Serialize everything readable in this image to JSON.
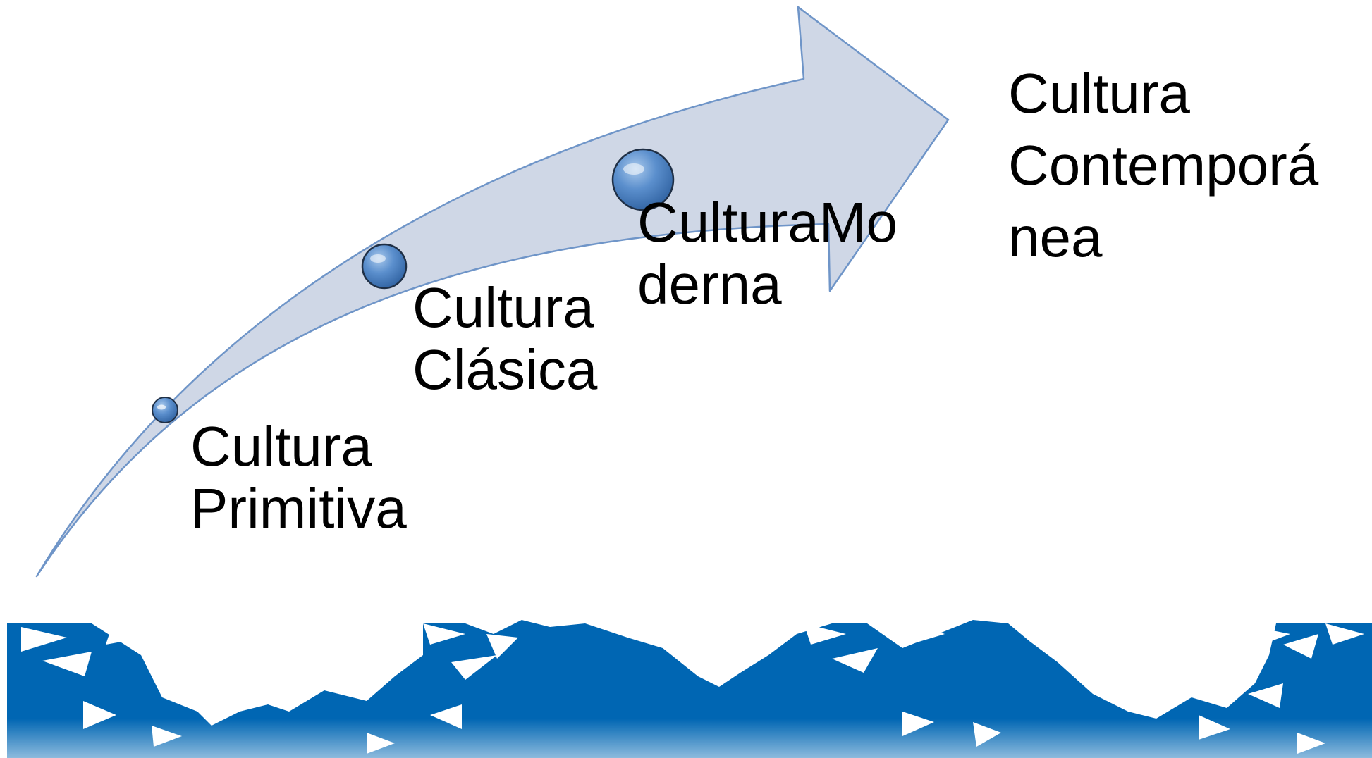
{
  "diagram": {
    "stages": [
      {
        "id": "primitiva",
        "lines": [
          "Cultura",
          "Primitiva"
        ]
      },
      {
        "id": "clasica",
        "lines": [
          "Cultura",
          "Clásica"
        ]
      },
      {
        "id": "moderna",
        "lines": [
          "CulturaMo",
          "derna"
        ]
      },
      {
        "id": "contemporanea",
        "lines": [
          "Cultura",
          "Contemporá",
          "nea"
        ]
      }
    ]
  },
  "colors": {
    "arrow_fill": "#cfd7e6",
    "arrow_stroke": "#6f95c8",
    "marker_fill": "#4f86c6",
    "banner_blue": "#0066b3",
    "banner_white": "#ffffff"
  }
}
